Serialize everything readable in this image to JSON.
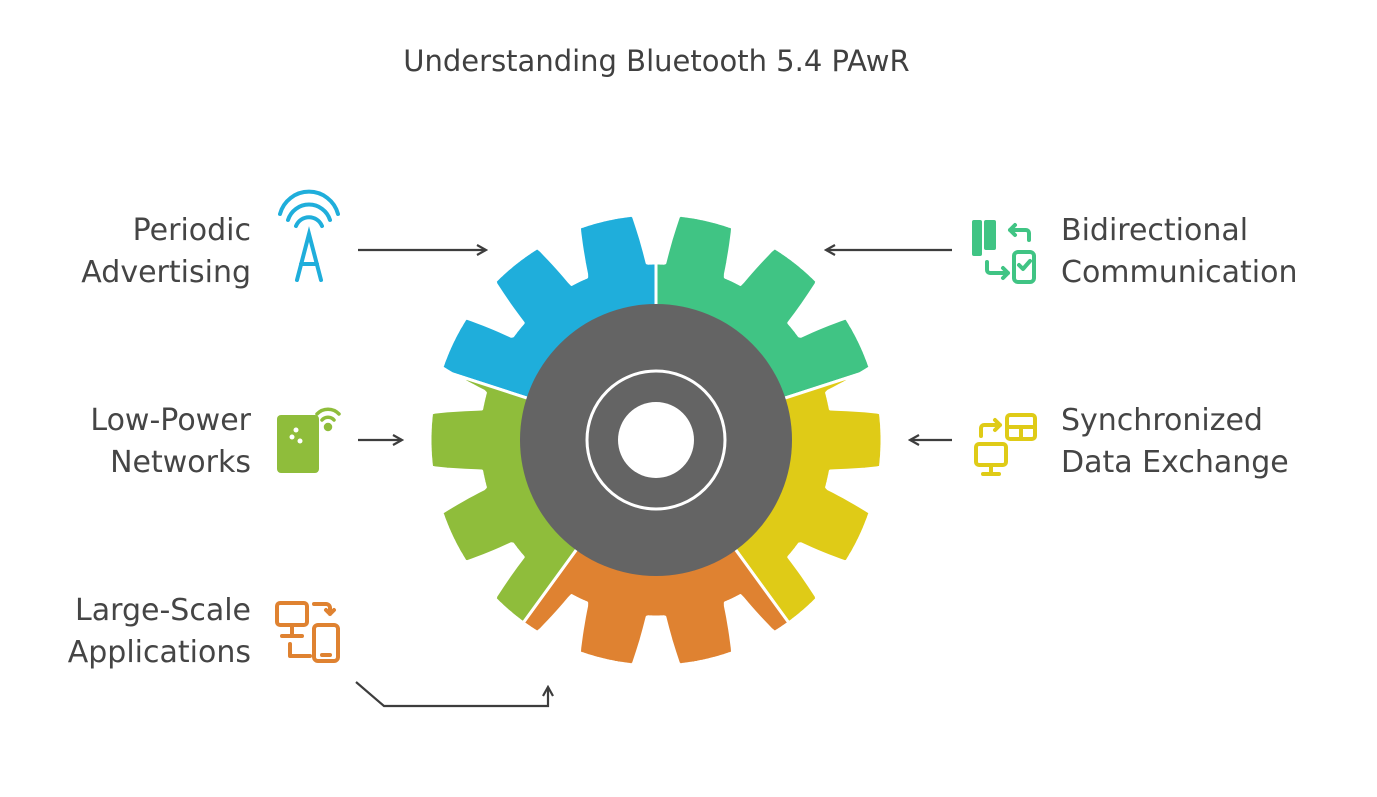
{
  "title": "Understanding Bluetooth 5.4 PAwR",
  "colors": {
    "blue": "#1faedb",
    "green": "#40c484",
    "yellow": "#dfcb17",
    "orange": "#df8231",
    "lime": "#8fbd3b",
    "core": "#646464",
    "ring": "#ffffff",
    "arrow": "#3d3d3d",
    "text": "#454545"
  },
  "items": {
    "periodic": {
      "line1": "Periodic",
      "line2": "Advertising",
      "color": "#1faedb",
      "icon": "antenna-icon"
    },
    "lowpower": {
      "line1": "Low-Power",
      "line2": "Networks",
      "color": "#8fbd3b",
      "icon": "wifi-device-icon"
    },
    "largescale": {
      "line1": "Large-Scale",
      "line2": "Applications",
      "color": "#df8231",
      "icon": "devices-icon"
    },
    "bidirectional": {
      "line1": "Bidirectional",
      "line2": "Communication",
      "color": "#40c484",
      "icon": "phone-exchange-icon"
    },
    "sync": {
      "line1": "Synchronized",
      "line2": "Data Exchange",
      "color": "#dfcb17",
      "icon": "data-sync-icon"
    }
  }
}
